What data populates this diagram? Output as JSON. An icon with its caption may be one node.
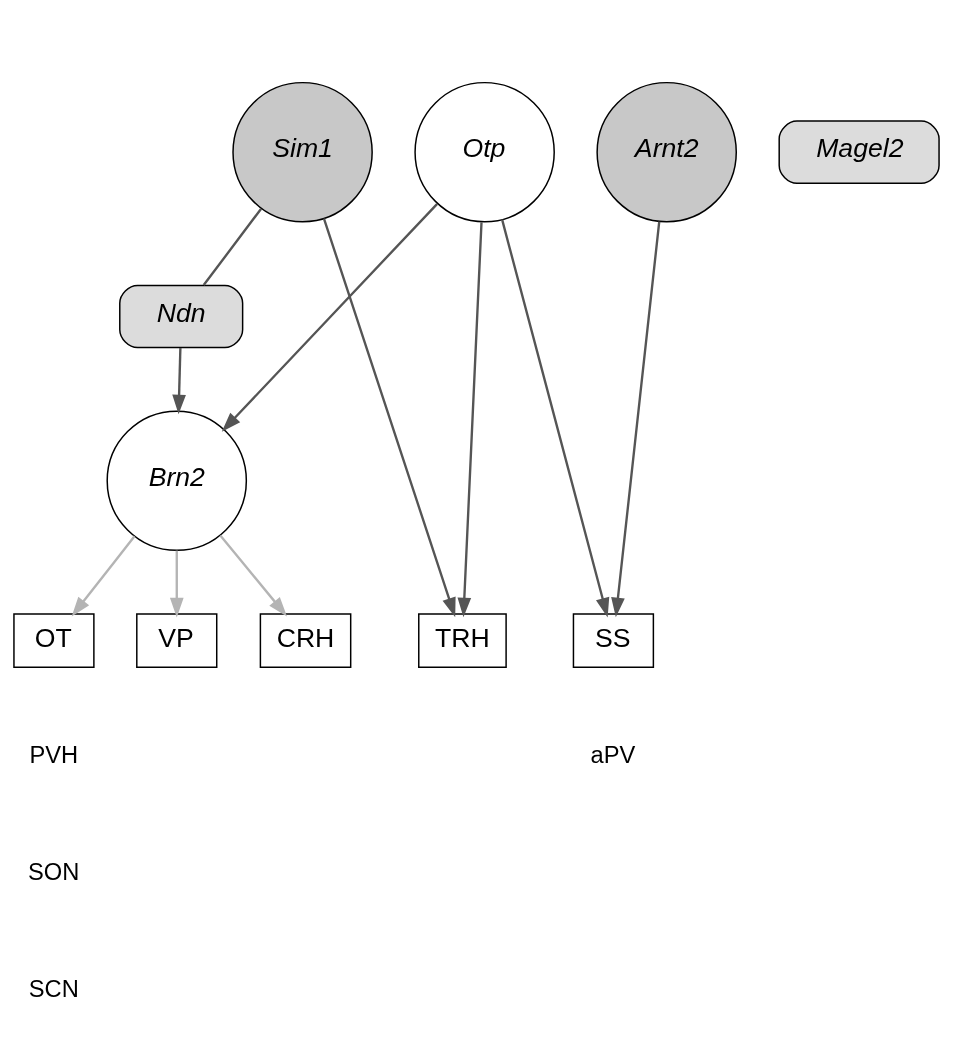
{
  "diagram": {
    "nodes": [
      {
        "text": [
          "Otp"
        ]
      },
      {
        "text": [
          "Sim1"
        ]
      },
      {
        "text": [
          "Arnt2"
        ]
      },
      {
        "text": [
          "Ndn"
        ]
      },
      {
        "text": [
          "Brn2"
        ]
      },
      {
        "text": [
          "Magel2"
        ]
      },
      {
        "text": [
          "CRH"
        ]
      },
      {
        "text": [
          "OT"
        ]
      },
      {
        "text": [
          "VP"
        ]
      },
      {
        "text": [
          "TRH"
        ]
      },
      {
        "text": [
          "SS"
        ]
      }
    ],
    "edges": [
      {
        "from": 0,
        "to": 4,
        "arrow": "to"
      },
      {
        "from": 3,
        "to": 4,
        "arrow": "to"
      },
      {
        "from": 1,
        "to": 3,
        "arrow": "none"
      },
      {
        "from": 0,
        "to": 9,
        "arrow": "to"
      },
      {
        "from": 0,
        "to": 10,
        "arrow": "to"
      },
      {
        "from": 1,
        "to": 9,
        "arrow": "to"
      },
      {
        "from": 2,
        "to": 10,
        "arrow": "to"
      },
      {
        "from": 4,
        "to": 6,
        "arrow": "to",
        "color": "#b4b4b4"
      },
      {
        "from": 4,
        "to": 7,
        "arrow": "to",
        "color": "#b4b4b4"
      },
      {
        "from": 4,
        "to": 8,
        "arrow": "to",
        "color": "#b4b4b4"
      }
    ],
    "labels": [
      "PVH",
      "aPV",
      "SON",
      "SCN"
    ]
  }
}
